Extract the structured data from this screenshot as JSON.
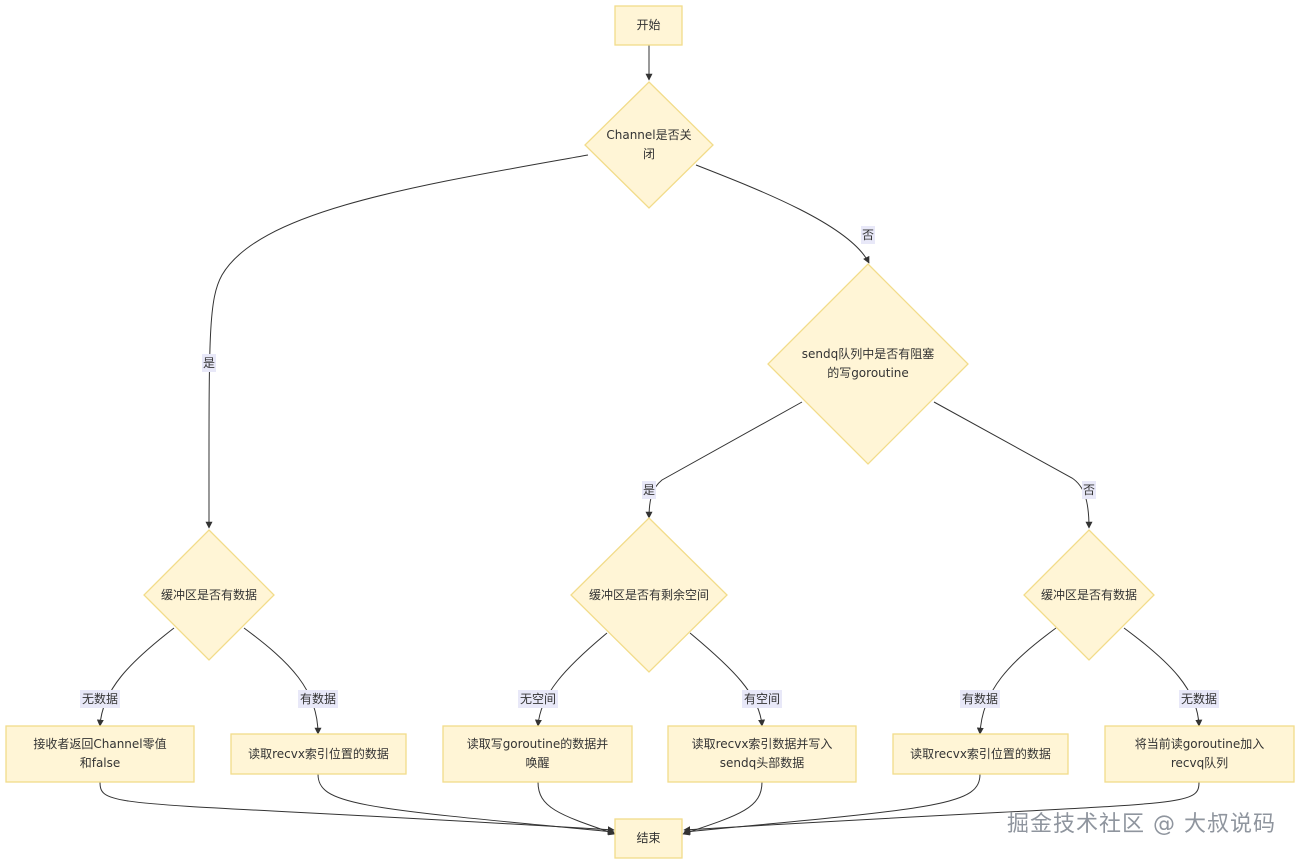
{
  "nodes": {
    "start": "开始",
    "q_closed": "Channel是否关闭",
    "q_sendq": "sendq队列中是否有阻塞的写goroutine",
    "q_buf_left": "缓冲区是否有数据",
    "q_space": "缓冲区是否有剩余空间",
    "q_buf_right": "缓冲区是否有数据",
    "a_zero": "接收者返回Channel零值和false",
    "a_read1": "读取recvx索引位置的数据",
    "a_wake": "读取写goroutine的数据并唤醒",
    "a_read_write": "读取recvx索引数据并写入sendq头部数据",
    "a_read2": "读取recvx索引位置的数据",
    "a_enqueue": "将当前读goroutine加入recvq队列",
    "end": "结束"
  },
  "edge_labels": {
    "closed_yes": "是",
    "closed_no": "否",
    "sendq_yes": "是",
    "sendq_no": "否",
    "left_nodata": "无数据",
    "left_hasdata": "有数据",
    "space_no": "无空间",
    "space_yes": "有空间",
    "right_hasdata": "有数据",
    "right_nodata": "无数据"
  },
  "watermark": "掘金技术社区 @ 大叔说码"
}
